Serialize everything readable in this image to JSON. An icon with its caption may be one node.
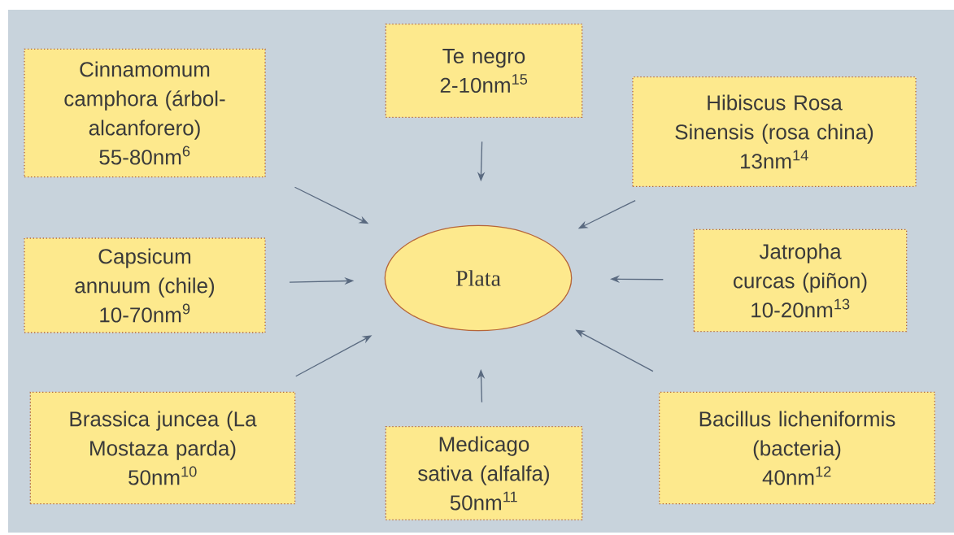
{
  "diagram": {
    "nodes": [
      {
        "text": [
          "Cinnamomum camphora (árbol-alcanforero)",
          "55-80nm$^{6}$"
        ]
      },
      {
        "text": [
          "Te negro",
          "2-10nm$^{15}$"
        ]
      },
      {
        "text": [
          "Hibiscus Rosa Sinensis (rosa china)",
          "13nm$^{14}$"
        ]
      },
      {
        "text": [
          "Capsicum annuum (chile)",
          "10-70nm$^{9}$"
        ]
      },
      {
        "text": [
          "Plata"
        ]
      },
      {
        "text": [
          "Jatropha curcas (piñon)",
          "10-20nm$^{13}$"
        ]
      },
      {
        "text": [
          "Brassica juncea (La Mostaza parda)",
          "50nm$^{10}$"
        ]
      },
      {
        "text": [
          "Medicago sativa (alfalfa)",
          "50nm$^{11}$"
        ]
      },
      {
        "text": [
          "Bacillus licheniformis (bacteria)",
          "40nm$^{12}$"
        ]
      }
    ],
    "edges": [
      {
        "from": 0,
        "to": 4,
        "arrow": "to"
      },
      {
        "from": 1,
        "to": 4,
        "arrow": "to"
      },
      {
        "from": 2,
        "to": 4,
        "arrow": "to"
      },
      {
        "from": 3,
        "to": 4,
        "arrow": "to"
      },
      {
        "from": 5,
        "to": 4,
        "arrow": "to"
      },
      {
        "from": 6,
        "to": 4,
        "arrow": "to"
      },
      {
        "from": 7,
        "to": 4,
        "arrow": "to"
      },
      {
        "from": 8,
        "to": 4,
        "arrow": "to"
      }
    ]
  }
}
